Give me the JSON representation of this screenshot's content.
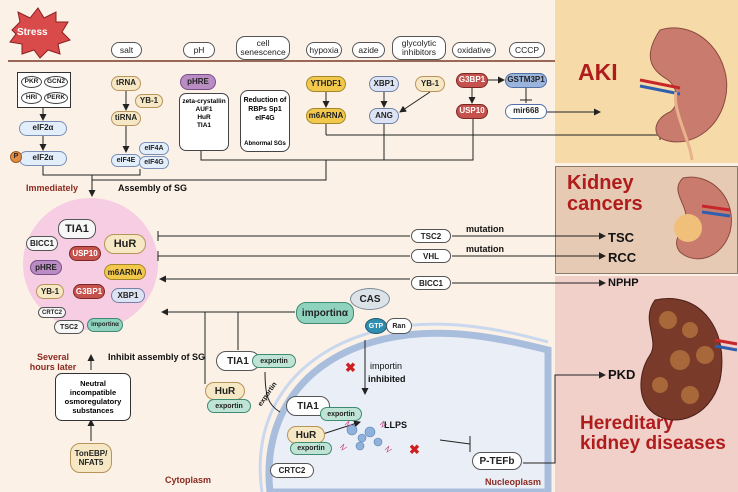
{
  "stress": "Stress",
  "stimuli": {
    "salt": "salt",
    "ph": "pH",
    "senescence": "cell senescence",
    "hypoxia": "hypoxia",
    "azide": "azide",
    "glycolytic": "glycolytic inhibitors",
    "oxidative": "oxidative",
    "cccp": "CCCP"
  },
  "kinases": {
    "pkr": "PKR",
    "gcn2": "GCN2",
    "hri": "HRI",
    "perk": "PERK"
  },
  "eif": {
    "eif2a": "eIF2α",
    "eif2a_p": "eIF2α",
    "p": "P",
    "eif4e": "eIF4E",
    "eif4a": "eIF4A",
    "eif4g": "eIF4G"
  },
  "salt_path": {
    "trna": "tRNA",
    "yb1": "YB-1",
    "tirna": "tiRNA"
  },
  "ph_path": {
    "phre": "pHRE",
    "list": "zeta-crystallin\nAUF1\nHuR\nTIA1"
  },
  "sen_path": {
    "list": "Reduction of RBPs Sp1 eIF4G",
    "abn": "Abnormal SGs"
  },
  "hyp_path": {
    "ythdf1": "YTHDF1",
    "m6a": "m6ARNA"
  },
  "gly_path": {
    "xbp1": "XBP1",
    "yb1": "YB-1",
    "ang": "ANG"
  },
  "ox_path": {
    "g3bp1": "G3BP1",
    "usp10": "USP10",
    "gstm3p1": "GSTM3P1",
    "mir668": "mir668"
  },
  "immediately": "Immediately",
  "assembly": "Assembly of SG",
  "sg": {
    "tia1": "TIA1",
    "bicc1": "BICC1",
    "hur": "HuR",
    "usp10": "USP10",
    "phre": "pHRE",
    "m6a": "m6ARNA",
    "yb1": "YB-1",
    "g3bp1": "G3BP1",
    "xbp1": "XBP1",
    "crtc2": "CRTC2",
    "tsc2": "TSC2",
    "importin": "importinα"
  },
  "several": "Several hours later",
  "inhibit": "Inhibit assembly of SG",
  "neutral": "Neutral incompatible osmoregulatory substances",
  "tonebp": "TonEBP/ NFAT5",
  "mut": {
    "tsc2": "TSC2",
    "vhl": "VHL",
    "bicc1": "BICC1",
    "mutation1": "mutation",
    "mutation2": "mutation"
  },
  "diseases": {
    "tsc": "TSC",
    "rcc": "RCC",
    "nphp": "NPHP",
    "pkd": "PKD"
  },
  "panels": {
    "aki": "AKI",
    "cancers": "Kidney cancers",
    "hereditary": "Hereditary kidney diseases"
  },
  "nuc": {
    "importina": "importinα",
    "cas": "CAS",
    "gtp": "GTP",
    "ran": "Ran",
    "tia1": "TIA1",
    "exportin": "exportin",
    "hur": "HuR",
    "exportin2": "exportin",
    "exportin_arc": "exportin",
    "importin_inh": "importin",
    "inhibited": "inhibited",
    "tia1_n": "TIA1",
    "exportin_n": "exportin",
    "hur_n": "HuR",
    "exportin_n2": "exportin",
    "llps": "LLPS",
    "crtc2": "CRTC2",
    "ptefb": "P-TEFb"
  },
  "regions": {
    "cytoplasm": "Cytoplasm",
    "nucleoplasm": "Nucleoplasm"
  },
  "colors": {
    "aki_bg": "#f7d9a8",
    "cancer_bg": "#e8cdb7",
    "hered_bg": "#f2cfc9",
    "title_red": "#b01c1c"
  }
}
